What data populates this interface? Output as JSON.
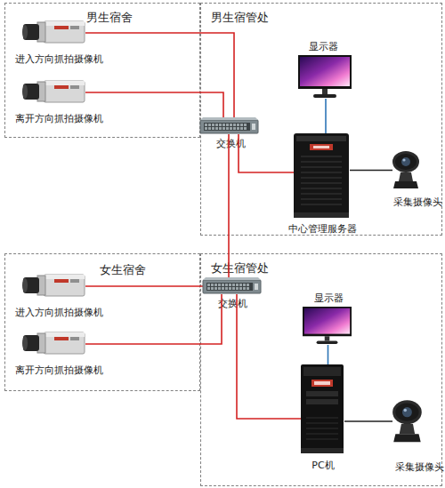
{
  "diagram": {
    "nodes": [
      {
        "text": [
          "男生宿舍"
        ]
      },
      {
        "text": [
          "进入方向抓拍摄像机"
        ],
        "in": 0
      },
      {
        "text": [
          "离开方向抓拍摄像机"
        ],
        "in": 0
      },
      {
        "text": [
          "男生宿管处"
        ]
      },
      {
        "text": [
          "显示器"
        ],
        "in": 3
      },
      {
        "text": [
          "交换机"
        ],
        "in": 3
      },
      {
        "text": [
          "中心管理服务器"
        ],
        "in": 3
      },
      {
        "text": [
          "采集摄像头"
        ],
        "in": 3
      },
      {
        "text": [
          "女生宿舍"
        ]
      },
      {
        "text": [
          "进入方向抓拍摄像机"
        ],
        "in": 8
      },
      {
        "text": [
          "离开方向抓拍摄像机"
        ],
        "in": 8
      },
      {
        "text": [
          "女生宿管处"
        ]
      },
      {
        "text": [
          "交换机"
        ],
        "in": 11
      },
      {
        "text": [
          "显示器"
        ],
        "in": 11
      },
      {
        "text": [
          "PC机"
        ],
        "in": 11
      },
      {
        "text": [
          "采集摄像头"
        ],
        "in": 11
      }
    ],
    "edges": [
      {
        "from": 1,
        "to": 5,
        "arrow": "none"
      },
      {
        "from": 2,
        "to": 5,
        "arrow": "none"
      },
      {
        "from": 5,
        "to": 6,
        "arrow": "none"
      },
      {
        "from": 4,
        "to": 6,
        "arrow": "none"
      },
      {
        "from": 7,
        "to": 6,
        "arrow": "none"
      },
      {
        "from": 5,
        "to": 12,
        "arrow": "none"
      },
      {
        "from": 9,
        "to": 12,
        "arrow": "none"
      },
      {
        "from": 10,
        "to": 12,
        "arrow": "none"
      },
      {
        "from": 12,
        "to": 14,
        "arrow": "none"
      },
      {
        "from": 13,
        "to": 14,
        "arrow": "none"
      },
      {
        "from": 15,
        "to": 14,
        "arrow": "none"
      }
    ]
  }
}
